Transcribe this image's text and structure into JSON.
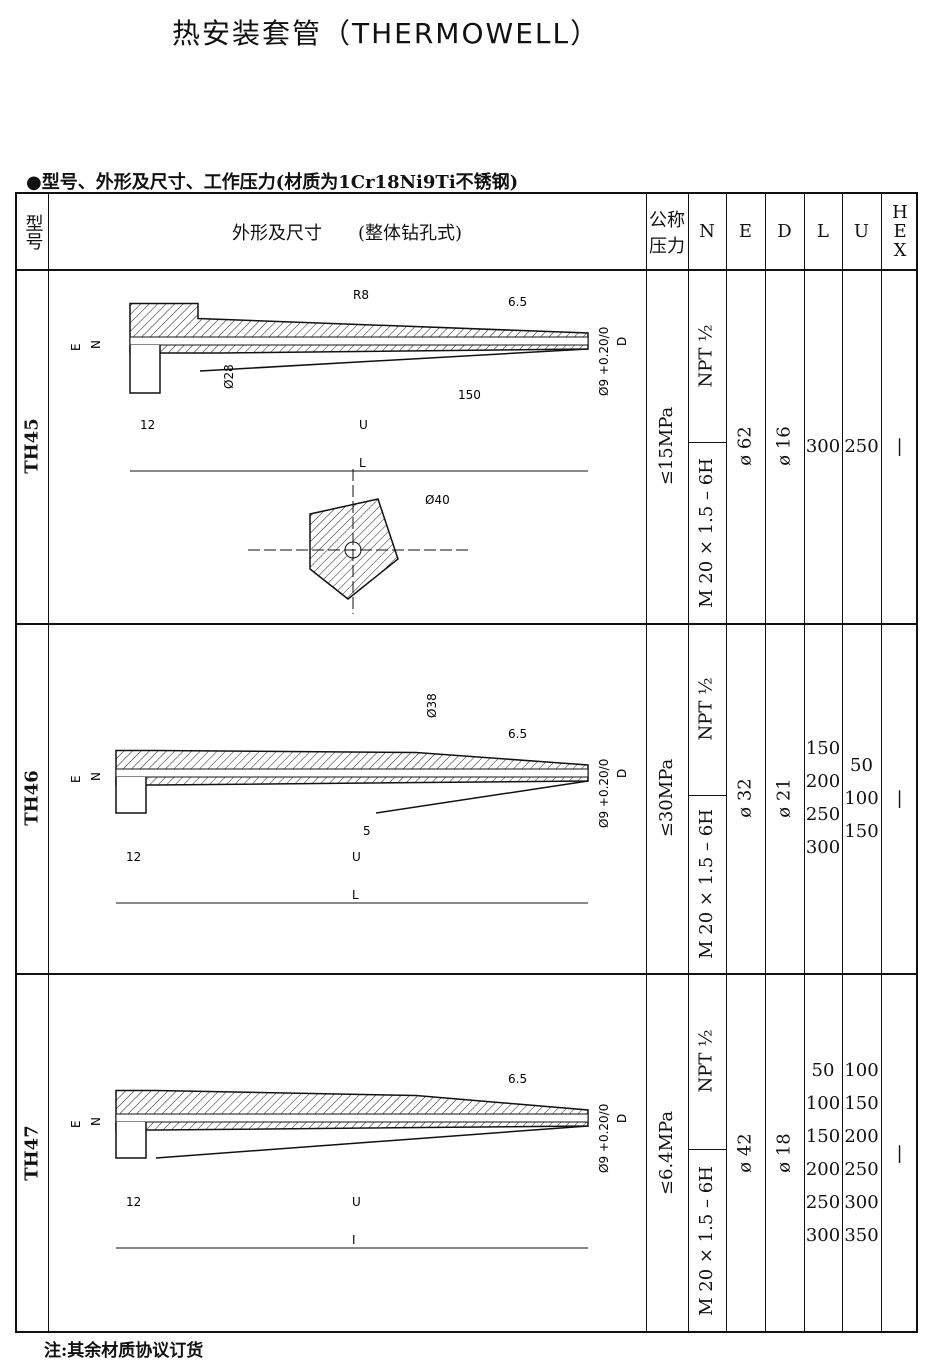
{
  "title": "热安装套管（THERMOWELL）",
  "subtitle": "●型号、外形及尺寸、工作压力(材质为1Cr18Ni9Ti不锈钢)",
  "header": {
    "model": "型号",
    "shape": "外形及尺寸　　(整体钻孔式)",
    "pressure": "公称压力",
    "N": "N",
    "E": "E",
    "D": "D",
    "L": "L",
    "U": "U",
    "HEX": "HEX"
  },
  "rows": [
    {
      "model": "TH45",
      "pressure": "≤15MPa",
      "n_top": "NPT ½",
      "n_bottom": "M 20 × 1.5 – 6H",
      "E": "ø 62",
      "D": "ø 16",
      "L": "300",
      "U": "250",
      "HEX": "|",
      "dims": {
        "r": "R8",
        "tip": "6.5",
        "bore": "Ø28",
        "d9": "Ø9 +0.20/0",
        "len150": "150",
        "a": "12",
        "u": "U",
        "l": "L",
        "e": "E",
        "n": "N",
        "d": "D",
        "hex": "Ø40"
      }
    },
    {
      "model": "TH46",
      "pressure": "≤30MPa",
      "n_top": "NPT ½",
      "n_bottom": "M 20 × 1.5 – 6H",
      "E": "ø 32",
      "D": "ø 21",
      "L": "150\n200\n250\n300",
      "U": "50\n100\n150",
      "HEX": "|",
      "dims": {
        "bore": "Ø38",
        "tip": "6.5",
        "five": "5",
        "a": "12",
        "u": "U",
        "l": "L",
        "e": "E",
        "n": "N",
        "d": "D",
        "d9": "Ø9 +0.20/0"
      }
    },
    {
      "model": "TH47",
      "pressure": "≤6.4MPa",
      "n_top": "NPT ½",
      "n_bottom": "M 20 × 1.5 – 6H",
      "E": "ø 42",
      "D": "ø 18",
      "L": "50\n100\n150\n200\n250\n300",
      "U": "100\n150\n200\n250\n300\n350",
      "HEX": "|",
      "dims": {
        "tip": "6.5",
        "a": "12",
        "u": "U",
        "l": "I",
        "e": "E",
        "n": "N",
        "d": "D",
        "d9": "Ø9 +0.20/0"
      }
    }
  ],
  "note": "注:其余材质协议订货"
}
